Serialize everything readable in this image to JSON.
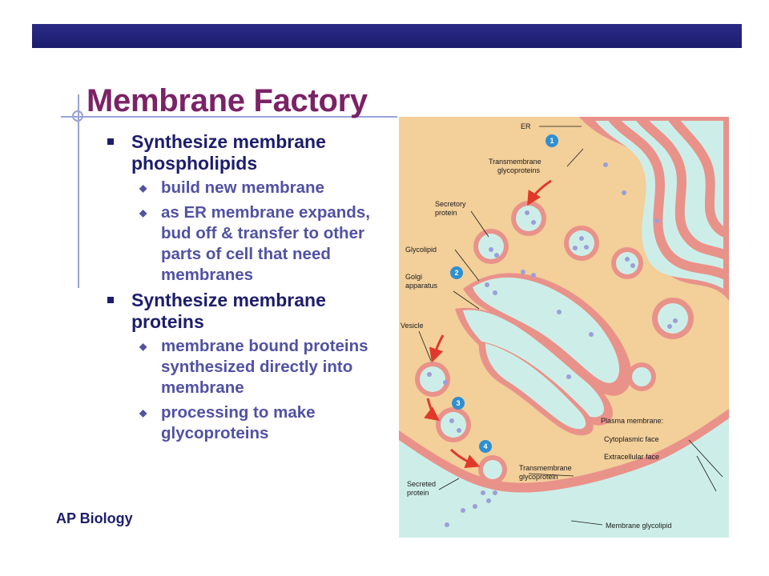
{
  "slide": {
    "title": "Membrane Factory",
    "footer": "AP Biology",
    "bullets": [
      {
        "text": "Synthesize membrane phospholipids",
        "subs": [
          "build new membrane",
          "as ER membrane expands, bud off & transfer to other parts of cell that need membranes"
        ]
      },
      {
        "text": "Synthesize membrane proteins",
        "subs": [
          "membrane bound proteins synthesized directly into membrane",
          "processing to make glycoproteins"
        ]
      }
    ]
  },
  "figure": {
    "labels": {
      "er": "ER",
      "transmembrane_glycoproteins_1": "Transmembrane",
      "transmembrane_glycoproteins_2": "glycoproteins",
      "secretory_protein_1": "Secretory",
      "secretory_protein_2": "protein",
      "glycolipid": "Glycolipid",
      "golgi_1": "Golgi",
      "golgi_2": "apparatus",
      "vesicle": "Vesicle",
      "plasma_membrane": "Plasma membrane:",
      "cytoplasmic_face": "Cytoplasmic face",
      "extracellular_face": "Extracellular face",
      "transmembrane_glycoprotein_1": "Transmembrane",
      "transmembrane_glycoprotein_2": "glycoprotein",
      "secreted_protein_1": "Secreted",
      "secreted_protein_2": "protein",
      "membrane_glycolipid": "Membrane glycolipid"
    },
    "steps": [
      "1",
      "2",
      "3",
      "4"
    ],
    "colors": {
      "background": "#f3cf9a",
      "membrane": "#e9928a",
      "lumen": "#cdeee8",
      "step_circle": "#2f8fd0",
      "arrow": "#e0392b",
      "protein": "#9b9fd8"
    }
  }
}
